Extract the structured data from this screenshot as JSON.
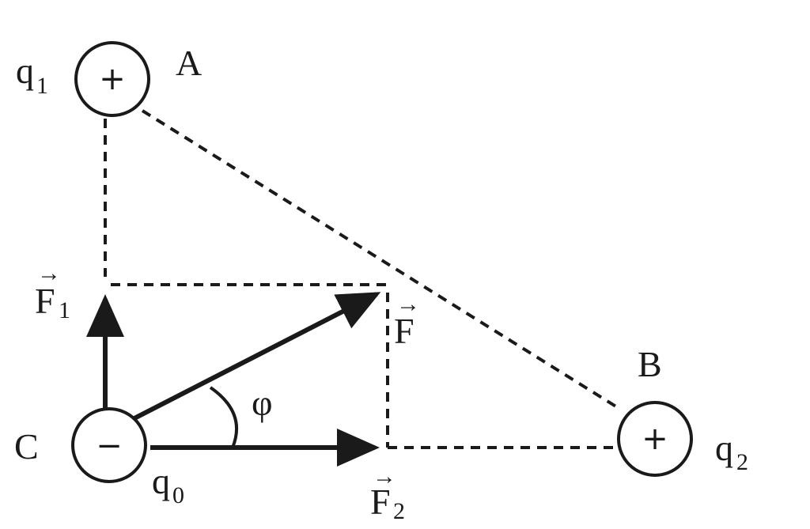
{
  "points": {
    "A": {
      "name": "A"
    },
    "B": {
      "name": "B"
    },
    "C": {
      "name": "C"
    }
  },
  "charges": {
    "q1": {
      "base": "q",
      "sub": "1",
      "sign": "+"
    },
    "q2": {
      "base": "q",
      "sub": "2",
      "sign": "+"
    },
    "q0": {
      "base": "q",
      "sub": "0",
      "sign": "−"
    }
  },
  "forces": {
    "F1": {
      "base": "F",
      "sub": "1",
      "arrow": "→"
    },
    "F2": {
      "base": "F",
      "sub": "2",
      "arrow": "→"
    },
    "F": {
      "base": "F",
      "sub": "",
      "arrow": "→"
    }
  },
  "angle": {
    "symbol": "φ"
  },
  "colors": {
    "ink": "#1a1a1a",
    "background": "#ffffff"
  }
}
